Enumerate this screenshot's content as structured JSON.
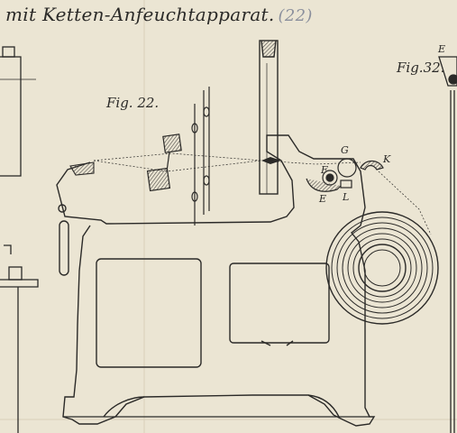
{
  "title": {
    "text": "mit Ketten-Anfeuchtapparat.",
    "plate_number": "(22)"
  },
  "figures": [
    {
      "label": "Fig. 22."
    },
    {
      "label": "Fig.32."
    }
  ],
  "part_labels": {
    "G": "G",
    "K": "K",
    "F": "F",
    "E": "E",
    "L": "L",
    "E_fig32": "E"
  },
  "colors": {
    "paper": "#ebe5d3",
    "ink": "#2b2a28",
    "plate_number": "#8a8f9c",
    "hatch": "#4a4744"
  }
}
